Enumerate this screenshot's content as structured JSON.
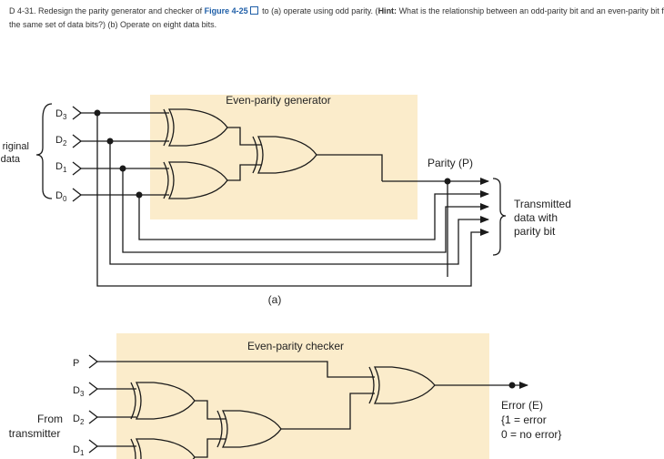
{
  "problem": {
    "id": "D 4-31.",
    "text_before_link": " Redesign the parity generator and checker of ",
    "link": "Figure 4-25",
    "text_after_link": " to (a) operate using odd parity. (",
    "hint_label": "Hint:",
    "hint_text": " What is the relationship between an odd-parity bit and an even-parity bit for the same set of data bits?) (b) Operate on eight data bits."
  },
  "generator": {
    "title": "Even-parity generator",
    "group_label_line1": "riginal",
    "group_label_line2": "data",
    "inputs": [
      "D3",
      "D2",
      "D1",
      "D0"
    ],
    "parity_label": "Parity (P)",
    "transmitted_line1": "Transmitted",
    "transmitted_line2": "data with",
    "transmitted_line3": "parity bit",
    "caption": "(a)"
  },
  "checker": {
    "title": "Even-parity checker",
    "from_line1": "From",
    "from_line2": "transmitter",
    "inputs": [
      "P",
      "D3",
      "D2",
      "D1"
    ],
    "error_line1": "Error (E)",
    "error_line2": "{1 = error",
    "error_line3": "0 = no error}"
  },
  "colors": {
    "panel": "#fbeccb",
    "link": "#1f5fa8"
  }
}
